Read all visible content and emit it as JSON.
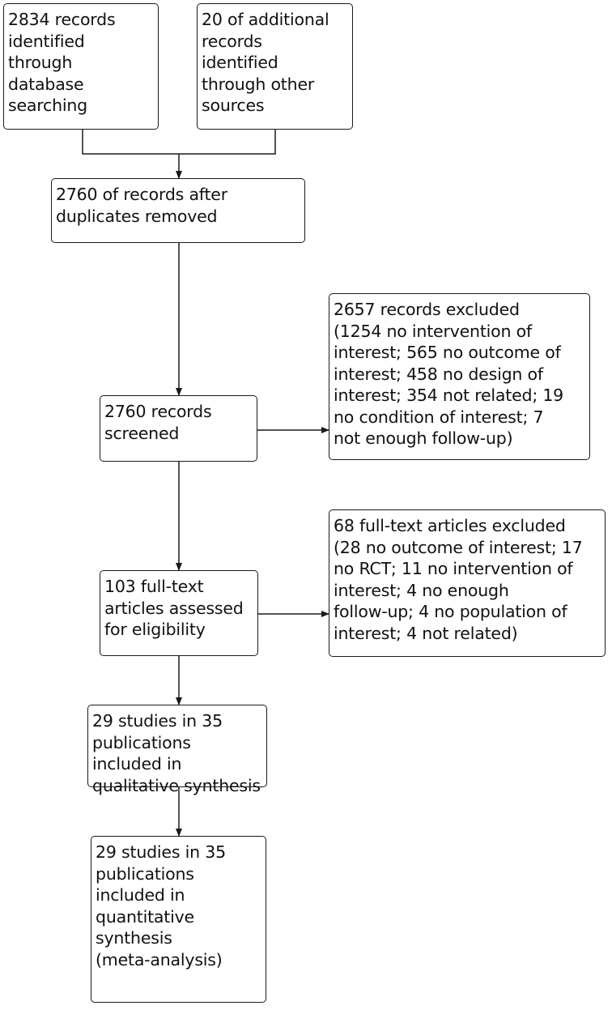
{
  "diagram": {
    "type": "flowchart",
    "boxes": {
      "database_search": {
        "text": "2834 records\nidentified\nthrough\ndatabase\nsearching"
      },
      "other_sources": {
        "text": "20 of additional\nrecords\nidentified\nthrough other\nsources"
      },
      "after_duplicates": {
        "text": "2760 of records after\nduplicates removed"
      },
      "screened": {
        "text": "2760 records\nscreened"
      },
      "excluded_records": {
        "text": "2657 records excluded\n(1254 no intervention of\ninterest; 565 no outcome of\ninterest; 458 no design of\ninterest; 354 not related; 19\nno condition of interest; 7\nnot enough follow-up)"
      },
      "full_text": {
        "text": "103 full-text\narticles assessed\nfor eligibility"
      },
      "excluded_full_text": {
        "text": "68 full-text articles excluded\n(28 no outcome of interest; 17\nno RCT; 11 no intervention of\ninterest; 4 no enough\nfollow-up; 4 no population of\ninterest; 4 not related)"
      },
      "qualitative": {
        "text": "29 studies in 35\npublications\nincluded in\nqualitative synthesis"
      },
      "quantitative": {
        "text": "29 studies in 35\npublications\nincluded in\nquantitative\nsynthesis\n(meta-analysis)"
      }
    },
    "edges": [
      {
        "from": "database_search",
        "to": "after_duplicates"
      },
      {
        "from": "other_sources",
        "to": "after_duplicates"
      },
      {
        "from": "after_duplicates",
        "to": "screened"
      },
      {
        "from": "screened",
        "to": "excluded_records"
      },
      {
        "from": "screened",
        "to": "full_text"
      },
      {
        "from": "full_text",
        "to": "excluded_full_text"
      },
      {
        "from": "full_text",
        "to": "qualitative"
      },
      {
        "from": "qualitative",
        "to": "quantitative"
      }
    ]
  }
}
